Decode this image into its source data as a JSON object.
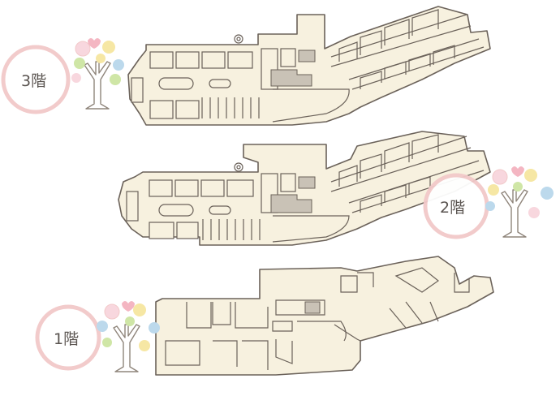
{
  "map": {
    "floors": [
      {
        "id": "3F",
        "label": "3階"
      },
      {
        "id": "2F",
        "label": "2階"
      },
      {
        "id": "1F",
        "label": "1階"
      }
    ],
    "colors": {
      "floor": "#f7f1df",
      "outline": "#6b625a",
      "halo": "#f2c9c9",
      "heart_pink": "#f4b6c2",
      "heart_yellow": "#f6e7a4",
      "heart_green": "#cfe6a6",
      "heart_blue": "#bcd9ec"
    },
    "icons": [
      "heart-tree-icon",
      "spiral-stair-icon"
    ]
  }
}
